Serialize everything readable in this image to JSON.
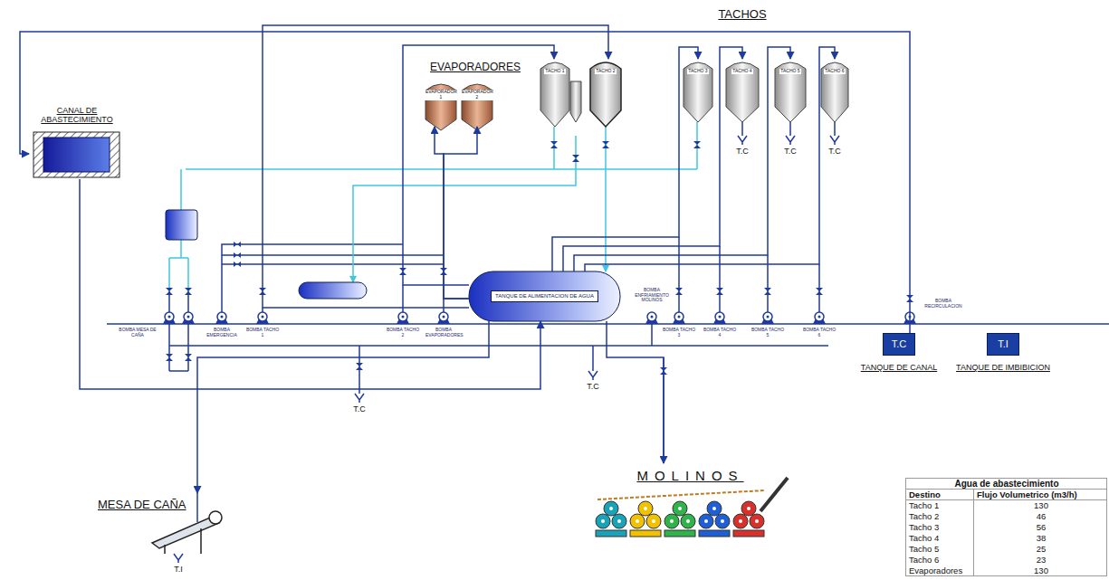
{
  "diagram": {
    "nodes": [
      {
        "text": [
          "CANAL DE ABASTECIMIENTO"
        ]
      },
      {
        "text": [
          "TANQUE DE ALIMENTACION DE AGUA"
        ]
      },
      {
        "text": [
          "MESA DE CAÑA"
        ]
      },
      {
        "text": [
          "MOLINOS"
        ]
      },
      {
        "text": [
          "EVAPORADOR 1"
        ]
      },
      {
        "text": [
          "EVAPORADOR 2"
        ]
      },
      {
        "text": [
          "TACHO 1"
        ]
      },
      {
        "text": [
          "TACHO 2"
        ]
      },
      {
        "text": [
          "TACHO 3"
        ]
      },
      {
        "text": [
          "TACHO 4"
        ]
      },
      {
        "text": [
          "TACHO 5"
        ]
      },
      {
        "text": [
          "TACHO 6"
        ]
      },
      {
        "text": [
          "T.C",
          "TANQUE DE CANAL"
        ]
      },
      {
        "text": [
          "T.I",
          "TANQUE DE IMBIBICION"
        ]
      }
    ],
    "edges": [
      {
        "from": 0,
        "to": 1,
        "arrow": "to"
      },
      {
        "from": 12,
        "to": 0,
        "arrow": "to"
      },
      {
        "from": 1,
        "to": 2,
        "arrow": "to"
      },
      {
        "from": 1,
        "to": 3,
        "arrow": "to"
      },
      {
        "from": 1,
        "to": 4,
        "arrow": "to"
      },
      {
        "from": 1,
        "to": 5,
        "arrow": "to"
      },
      {
        "from": 1,
        "to": 6,
        "arrow": "to"
      },
      {
        "from": 1,
        "to": 7,
        "arrow": "to"
      },
      {
        "from": 1,
        "to": 8,
        "arrow": "to"
      },
      {
        "from": 1,
        "to": 9,
        "arrow": "to"
      },
      {
        "from": 1,
        "to": 10,
        "arrow": "to"
      },
      {
        "from": 1,
        "to": 11,
        "arrow": "to"
      }
    ],
    "labels": [
      "EVAPORADORES",
      "TACHOS",
      "T.C",
      "T.C",
      "T.C",
      "T.C",
      "T.C",
      "T.I",
      "BOMBA MESA DE CAÑA",
      "BOMBA EMERGENCIA",
      "BOMBA TACHO 1",
      "BOMBA TACHO 2",
      "BOMBA EVAPORADORES",
      "BOMBA ENFRIAMIENTO MOLINOS",
      "BOMBA TACHO 3",
      "BOMBA TACHO 4",
      "BOMBA TACHO 5",
      "BOMBA TACHO 6",
      "BOMBA RECIRCULACION",
      "Agua de abastecimiento",
      "Destino",
      "Flujo Volumetrico (m3/h)",
      "Tacho 1",
      "130",
      "Tacho 2",
      "46",
      "Tacho 3",
      "56",
      "Tacho 4",
      "38",
      "Tacho 5",
      "25",
      "Tacho 6",
      "23",
      "Evaporadores",
      "130"
    ]
  }
}
